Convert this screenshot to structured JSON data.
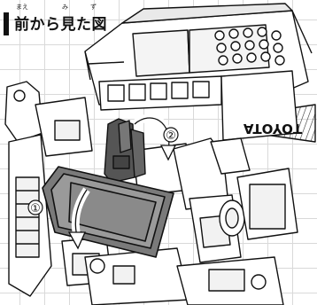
{
  "heading": {
    "title": "前から見た図",
    "ruby": [
      "まえ",
      "み",
      "ず"
    ]
  },
  "diagram": {
    "step_1": "①",
    "step_2": "②",
    "brand_text": "TOYOTA"
  }
}
